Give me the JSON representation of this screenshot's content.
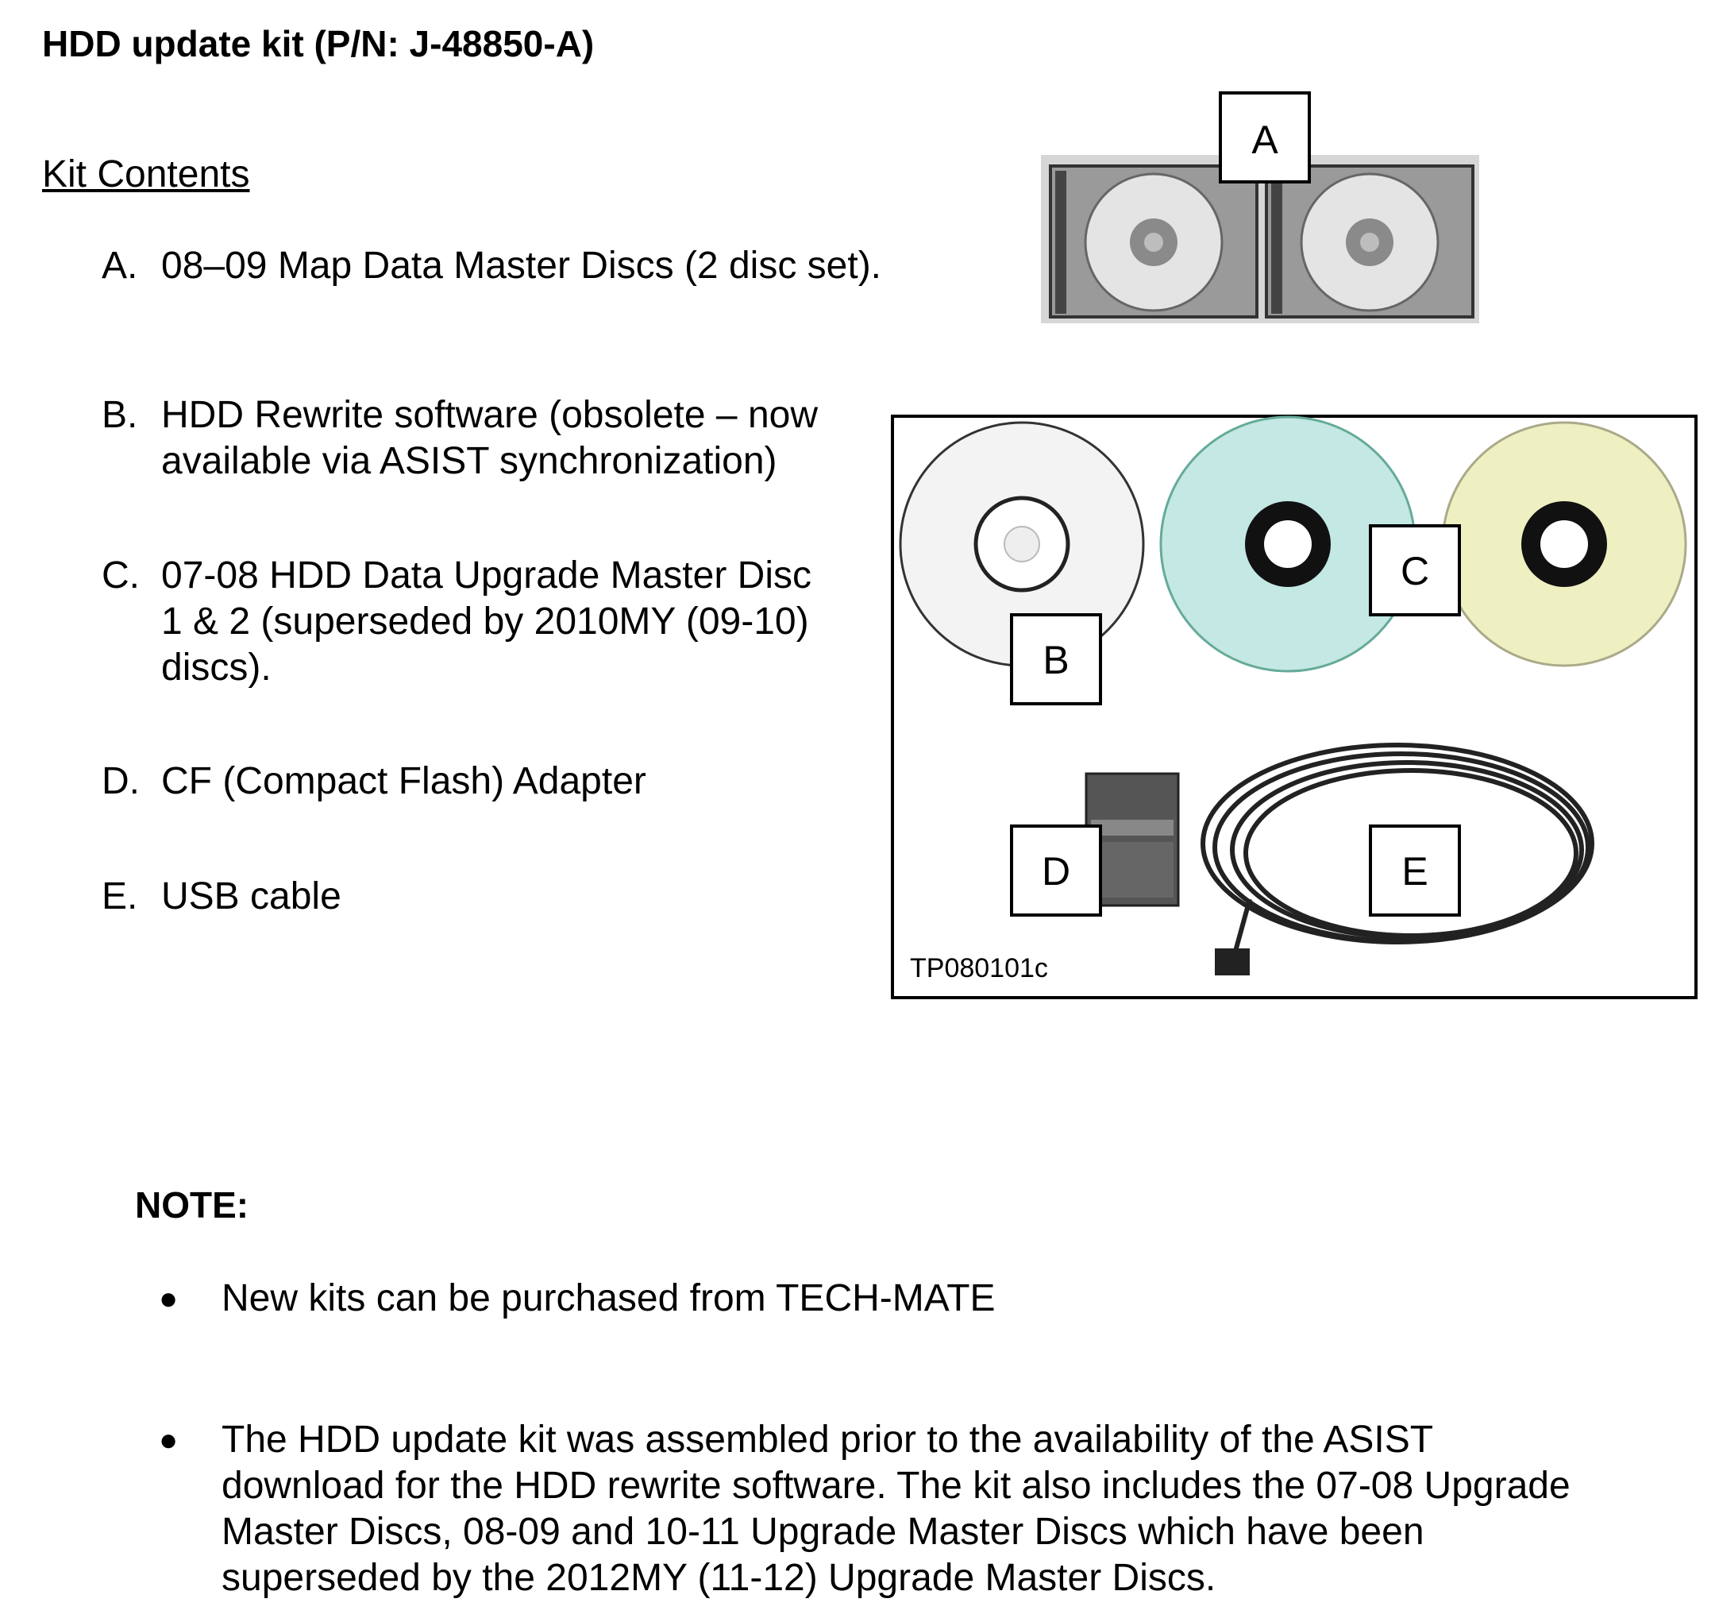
{
  "title": "HDD update kit (P/N: J-48850-A)",
  "kit_contents_heading": "Kit Contents",
  "items": [
    {
      "letter": "A.",
      "lines": [
        "08–09 Map Data Master Discs (2 disc set)."
      ]
    },
    {
      "letter": "B.",
      "lines": [
        "HDD Rewrite software (obsolete – now",
        "available via ASIST synchronization)"
      ]
    },
    {
      "letter": "C.",
      "lines": [
        "07-08 HDD Data Upgrade Master Disc",
        "1 & 2 (superseded by 2010MY (09-10)",
        "discs)."
      ]
    },
    {
      "letter": "D.",
      "lines": [
        "CF (Compact Flash) Adapter"
      ]
    },
    {
      "letter": "E.",
      "lines": [
        "USB cable"
      ]
    }
  ],
  "figure": {
    "callouts": {
      "a": "A",
      "b": "B",
      "c": "C",
      "d": "D",
      "e": "E"
    },
    "figure_id": "TP080101c"
  },
  "note_heading": "NOTE:",
  "notes": [
    {
      "lines": [
        "New kits can be purchased from TECH-MATE"
      ]
    },
    {
      "lines": [
        "The HDD update kit was assembled prior to the availability of the ASIST",
        "download for the HDD rewrite software. The kit also includes the 07-08 Upgrade",
        "Master Discs, 08-09 and 10-11 Upgrade Master Discs which have been",
        "superseded by the 2012MY (11-12) Upgrade Master Discs."
      ]
    }
  ]
}
